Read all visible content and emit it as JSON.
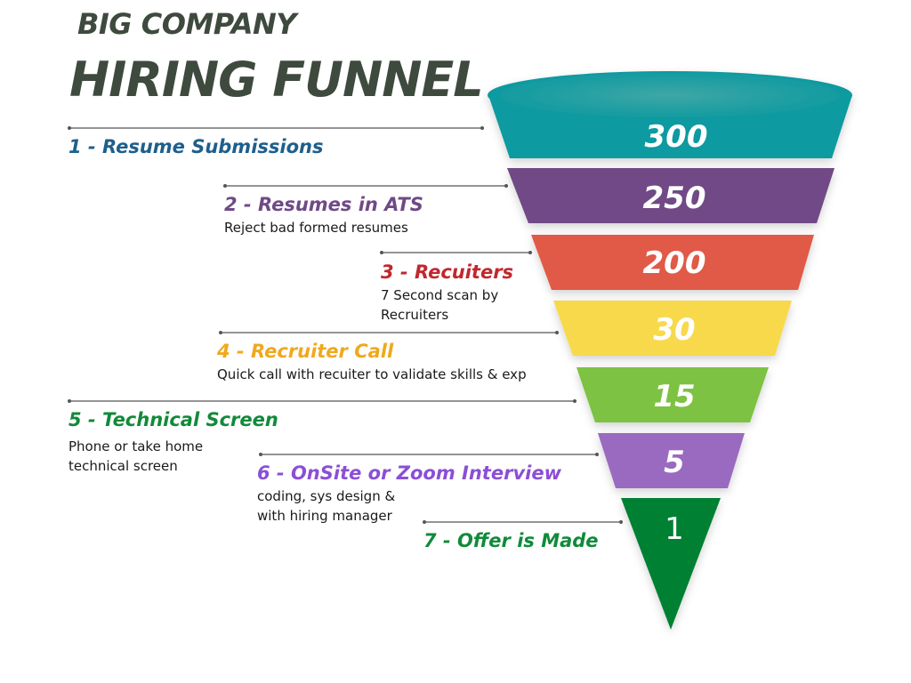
{
  "header": {
    "subtitle": "BIG COMPANY",
    "title": "HIRING FUNNEL"
  },
  "stages": [
    {
      "label": "1 - Resume Submissions",
      "desc": "",
      "value": "300",
      "color": "#0b9aa0"
    },
    {
      "label": "2 - Resumes in ATS",
      "desc": "Reject bad formed resumes",
      "value": "250",
      "color": "#6f4a86"
    },
    {
      "label": "3 - Recuiters",
      "desc": "7 Second scan by Recruiters",
      "value": "200",
      "color": "#e05a46"
    },
    {
      "label": "4 - Recruiter Call",
      "desc": "Quick call with recuiter to validate skills & exp",
      "value": "30",
      "color": "#f7d94c"
    },
    {
      "label": "5 - Technical Screen",
      "desc": "Phone or take home technical screen",
      "value": "15",
      "color": "#7dc242"
    },
    {
      "label": "6 - OnSite or Zoom Interview",
      "desc": "coding, sys design  & with hiring manager",
      "value": "5",
      "color": "#9a6bc0"
    },
    {
      "label": "7 - Offer is Made",
      "desc": "",
      "value": "1",
      "color": "#038033"
    }
  ],
  "label_colors": [
    "#1e5f8c",
    "#6f4a86",
    "#c2272d",
    "#f0a81c",
    "#118a3a",
    "#8b4fd6",
    "#118a3a"
  ]
}
